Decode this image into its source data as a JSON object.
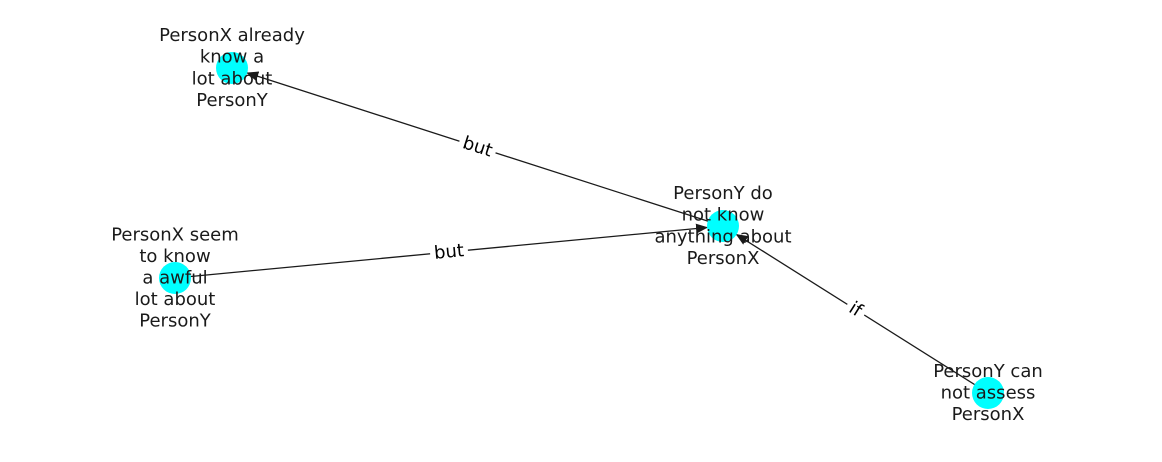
{
  "colors": {
    "node_fill": "#00ffff",
    "edge_stroke": "#1a1a1a",
    "label_bg": "#ffffff"
  },
  "nodes": [
    {
      "id": "n1",
      "label_lines": [
        "PersonX already",
        "know a",
        "lot about",
        "PersonY"
      ]
    },
    {
      "id": "n2",
      "label_lines": [
        "PersonY do",
        "not know",
        "anything about",
        "PersonX"
      ]
    },
    {
      "id": "n3",
      "label_lines": [
        "PersonX seem",
        "to know",
        "a awful",
        "lot about",
        "PersonY"
      ]
    },
    {
      "id": "n4",
      "label_lines": [
        "PersonY can",
        "not assess",
        "PersonX"
      ]
    }
  ],
  "edges": [
    {
      "id": "e1",
      "source": "n2",
      "target": "n1",
      "label": "but"
    },
    {
      "id": "e2",
      "source": "n3",
      "target": "n2",
      "label": "but"
    },
    {
      "id": "e3",
      "source": "n4",
      "target": "n2",
      "label": "if"
    }
  ]
}
